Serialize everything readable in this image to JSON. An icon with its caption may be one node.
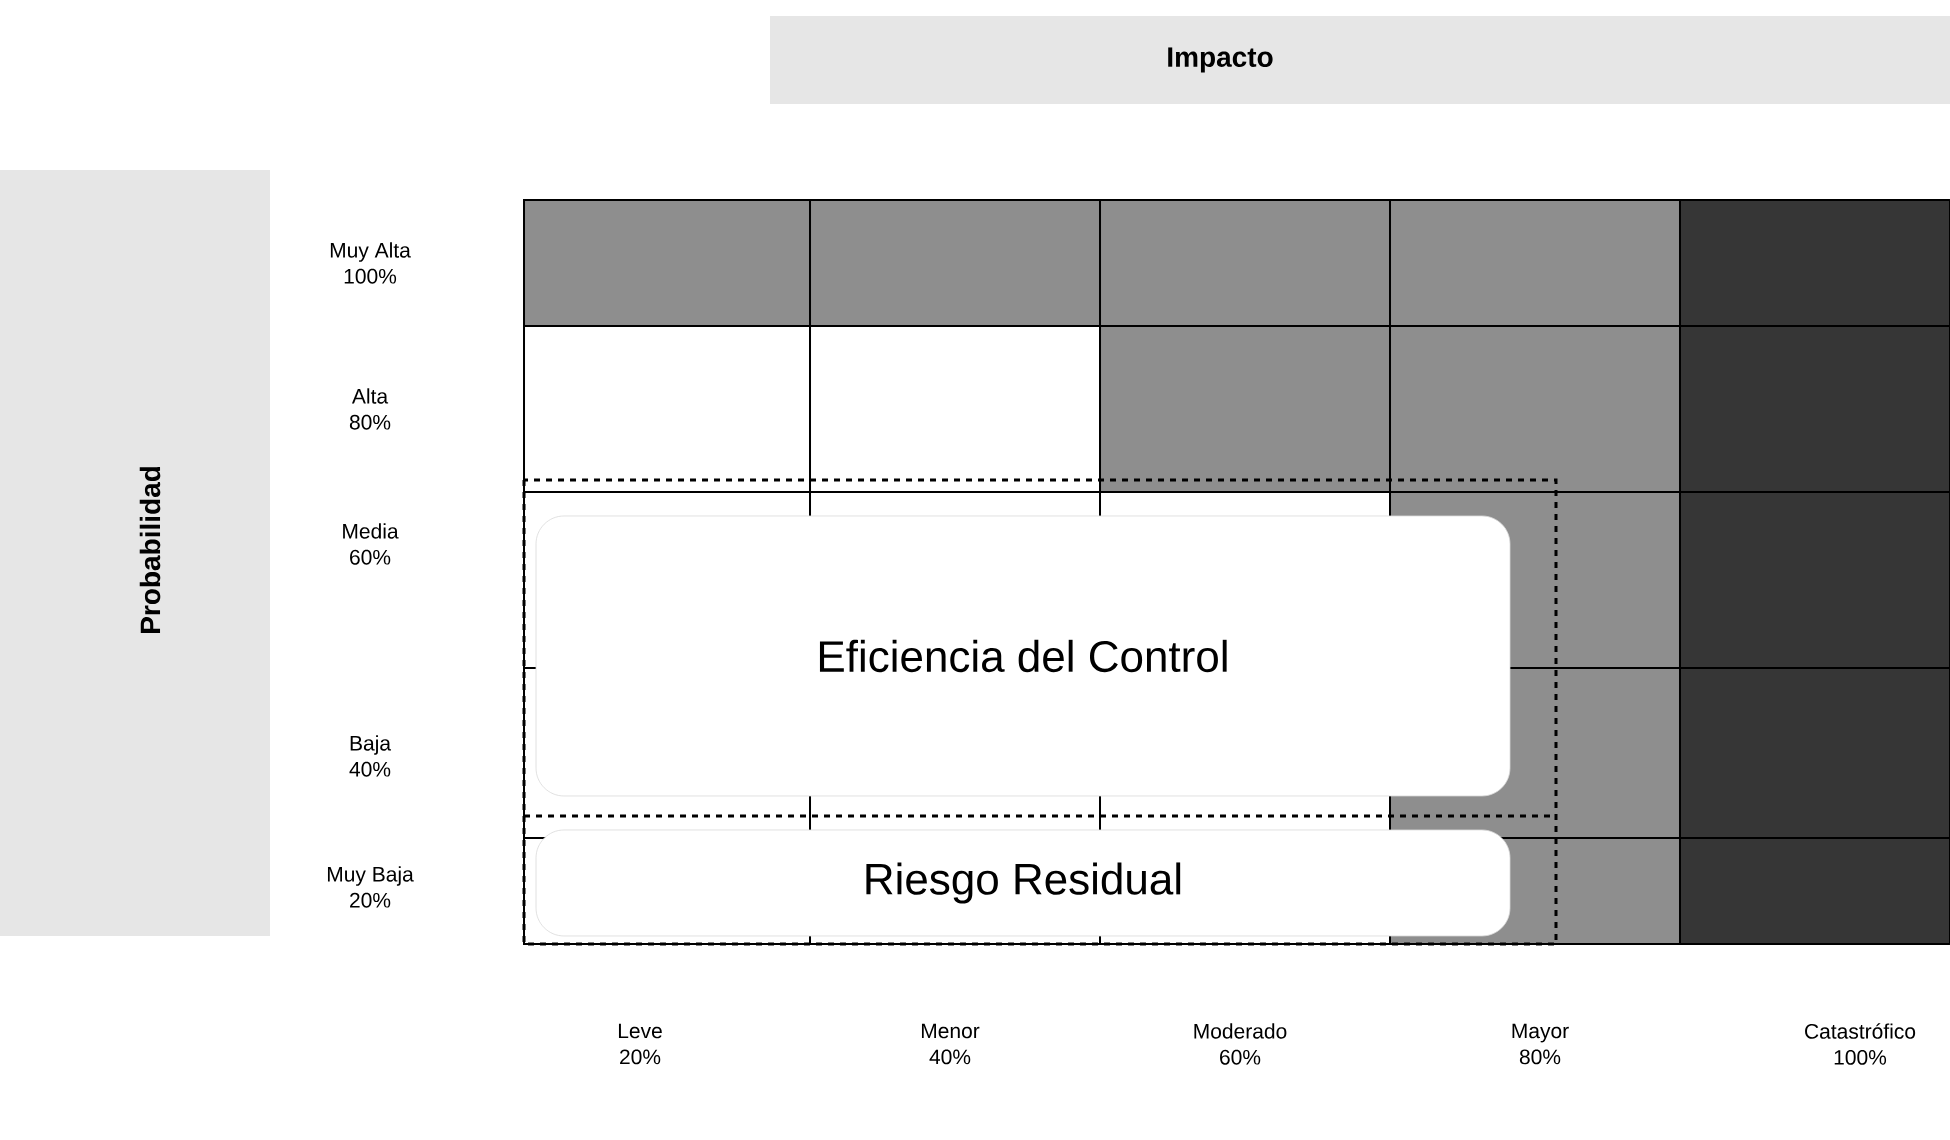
{
  "diagram": {
    "nodes": [
      {
        "text": [
          "Eficiencia del Control"
        ]
      },
      {
        "text": [
          "Riesgo Residual"
        ]
      }
    ],
    "labels": [
      "Impacto",
      "Probabilidad",
      "Muy Alta",
      "100%",
      "Alta",
      "80%",
      "Media",
      "60%",
      "Baja",
      "40%",
      "Muy Baja",
      "20%",
      "Leve",
      "20%",
      "Menor",
      "40%",
      "Moderado",
      "60%",
      "Mayor",
      "80%",
      "Catastrófico",
      "100%"
    ]
  }
}
